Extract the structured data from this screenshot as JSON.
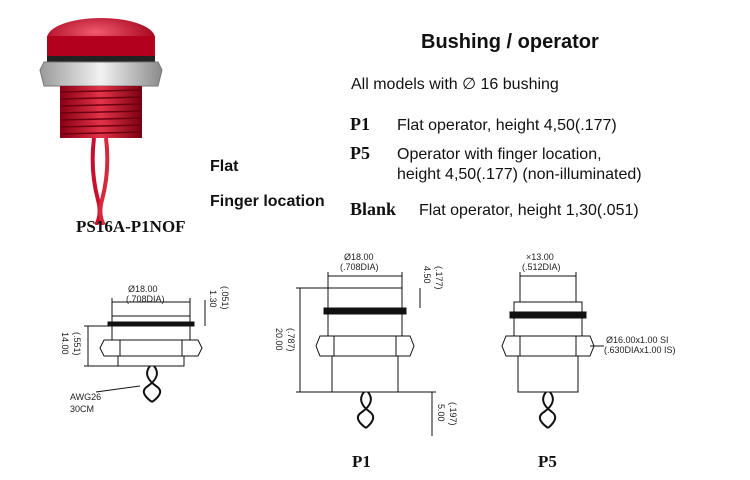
{
  "photo": {
    "model": "PS16A-P1NOF",
    "labels": {
      "flat": "Flat",
      "finger": "Finger location"
    }
  },
  "spec": {
    "title": "Bushing / operator",
    "subtitle": "All models with ∅ 16 bushing",
    "rows": [
      {
        "code": "P1",
        "desc": "Flat operator, height 4,50(.177)"
      },
      {
        "code": "P5",
        "desc_line1": "Operator with finger location,",
        "desc_line2": "height 4,50(.177) (non-illuminated)"
      },
      {
        "code": "Blank",
        "desc": "Flat operator, height 1,30(.051)"
      }
    ]
  },
  "drawings": {
    "blank": {
      "dia": "Ø18.00",
      "dia_in": "(.708DIA)",
      "h_top": "1.30",
      "h_top_in": "(.051)",
      "h_body": "14.00",
      "h_body_in": "(.551)",
      "wire": "AWG26",
      "wire_len": "30CM"
    },
    "p1": {
      "dia": "Ø18.00",
      "dia_in": "(.708DIA)",
      "h_top": "4.50",
      "h_top_in": "(.177)",
      "h_total": "20.00",
      "h_total_in": "(.787)",
      "h_term": "5.00",
      "h_term_in": "(.197)",
      "caption": "P1"
    },
    "p5": {
      "dia": "×13.00",
      "dia_in": "(.512DIA)",
      "thread": "Ø16.00x1.00 SI",
      "thread_in": "(.630DIAx1.00 IS)",
      "caption": "P5"
    }
  },
  "colors": {
    "cap_red": "#c8102e",
    "metal": "#c9c9c9",
    "outline": "#111111"
  }
}
